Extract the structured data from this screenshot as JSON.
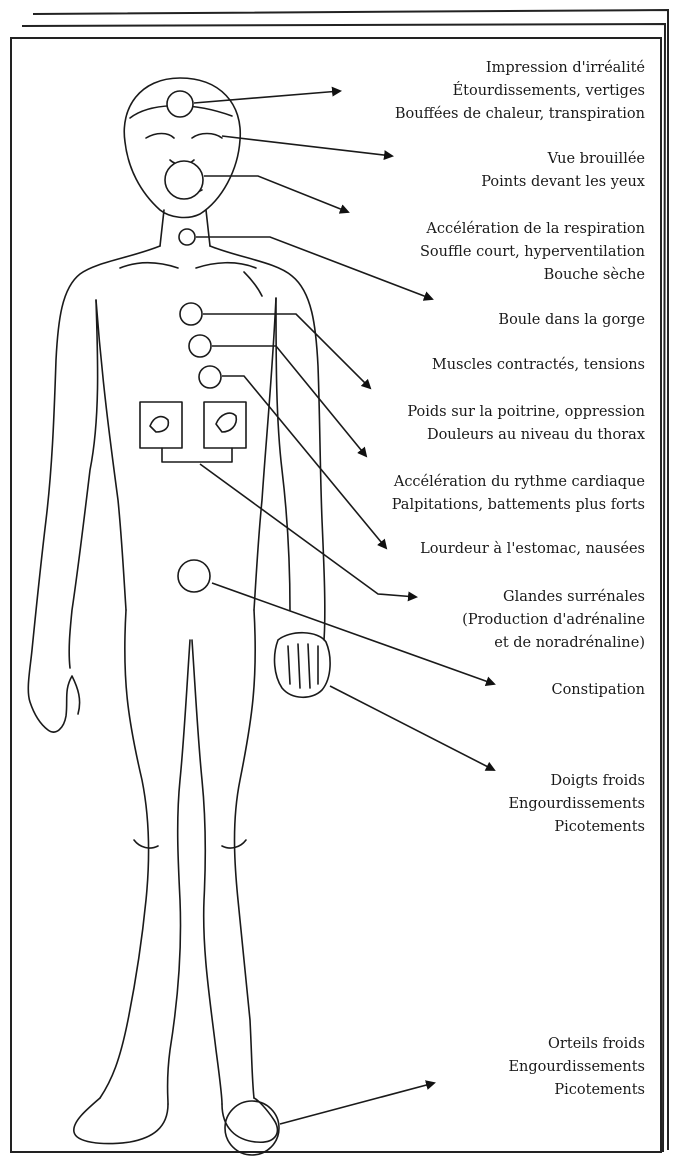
{
  "labels": {
    "head": [
      "Impression d'irréalité",
      "Étourdissements, vertiges",
      "Bouffées de chaleur, transpiration"
    ],
    "eyes": [
      "Vue brouillée",
      "Points devant les yeux"
    ],
    "mouth": [
      "Accélération de la respiration",
      "Souffle court, hyperventilation",
      "Bouche sèche"
    ],
    "throat": [
      "Boule dans la gorge"
    ],
    "muscles": [
      "Muscles contractés, tensions"
    ],
    "chest": [
      "Poids sur la poitrine, oppression",
      "Douleurs au niveau du thorax"
    ],
    "heart": [
      "Accélération du rythme cardiaque",
      "Palpitations, battements plus forts"
    ],
    "stomach": [
      "Lourdeur à l'estomac, nausées"
    ],
    "adrenal": [
      "Glandes surrénales",
      "(Production d'adrénaline",
      "et de noradrénaline)"
    ],
    "bowel": [
      "Constipation"
    ],
    "fingers": [
      "Doigts froids",
      "Engourdissements",
      "Picotements"
    ],
    "toes": [
      "Orteils froids",
      "Engourdissements",
      "Picotements"
    ]
  }
}
